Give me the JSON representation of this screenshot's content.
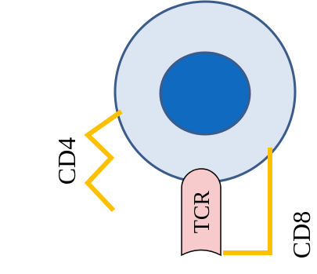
{
  "diagram": {
    "labels": {
      "cd4": "CD4",
      "cd8": "CD8",
      "tcr": "TCR"
    },
    "colors": {
      "background": "#ffffff",
      "cell_fill": "#dce5f2",
      "cell_stroke": "#3b5b8a",
      "nucleus_fill": "#0f6ac0",
      "nucleus_stroke": "#3b5b8a",
      "receptor_line": "#ffc000",
      "tcr_fill": "#f7cacc",
      "tcr_stroke": "#000000"
    },
    "icons": {
      "cell": "t-cell-body",
      "nucleus": "cell-nucleus",
      "cd4": "zigzag-co-receptor",
      "cd8": "hook-co-receptor",
      "tcr": "t-cell-receptor"
    }
  }
}
